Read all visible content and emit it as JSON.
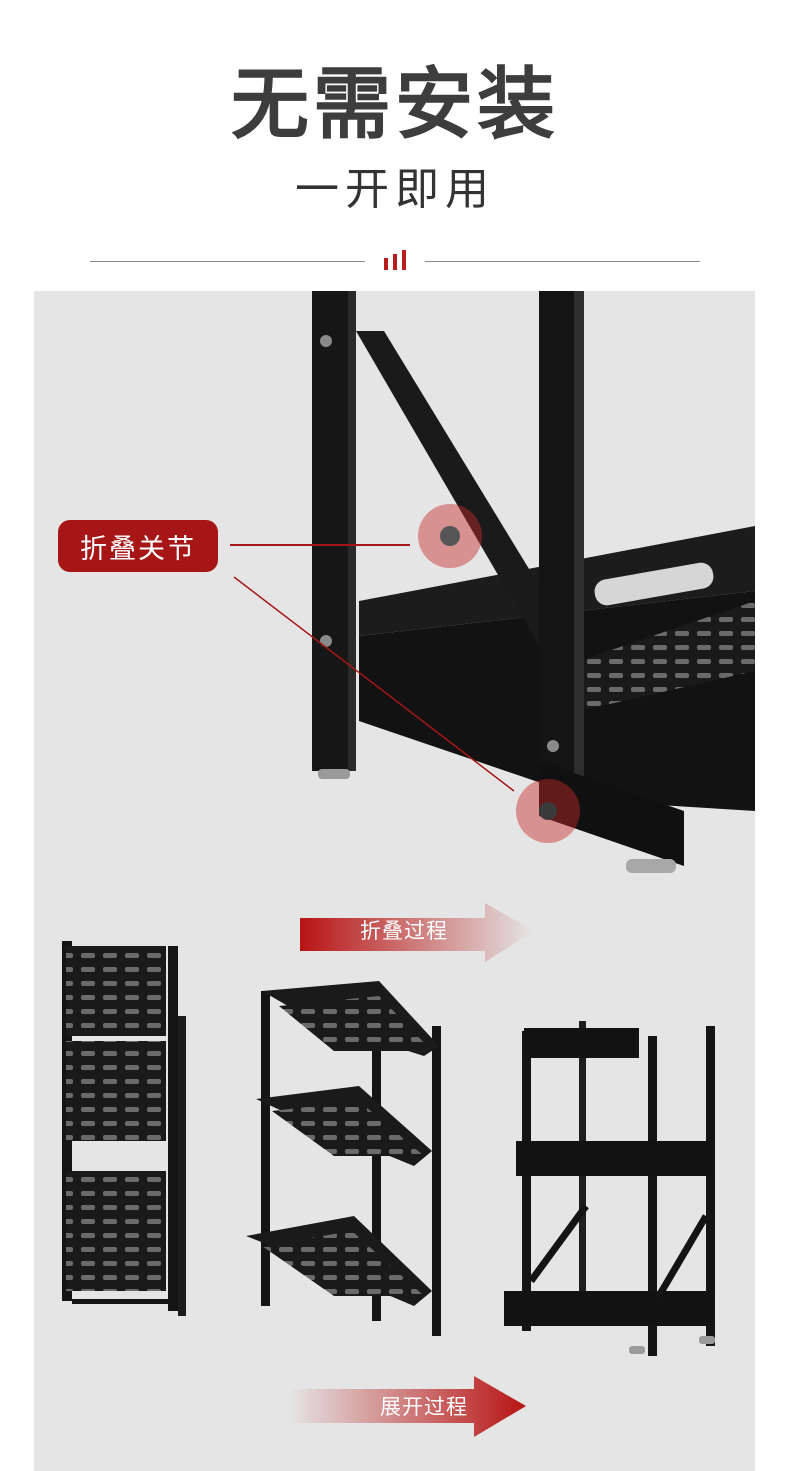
{
  "header": {
    "title": "无需安装",
    "subtitle": "一开即用"
  },
  "callout": {
    "label": "折叠关节"
  },
  "process": {
    "fold_label": "折叠过程",
    "unfold_label": "展开过程"
  },
  "colors": {
    "accent": "#a61616",
    "background": "#e5e5e5",
    "metal": "#151515"
  }
}
